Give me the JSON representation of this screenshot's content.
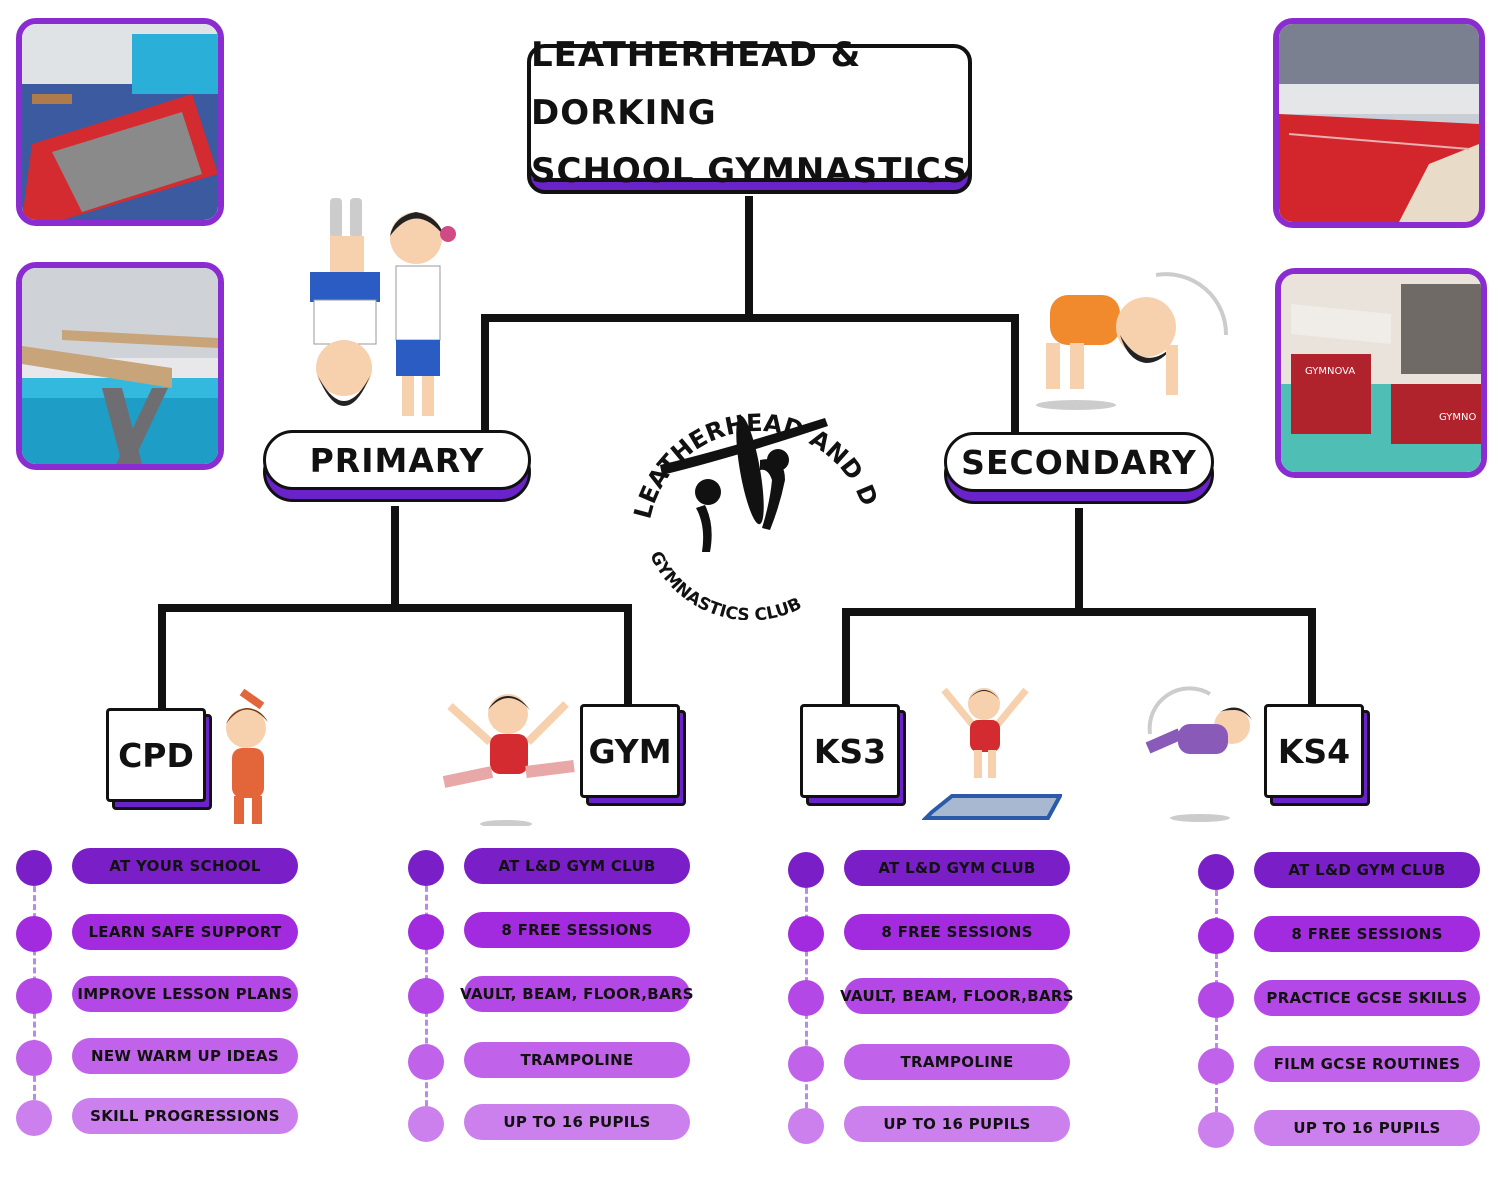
{
  "title": {
    "line1": "LEATHERHEAD & DORKING",
    "line2": "SCHOOL GYMNASTICS"
  },
  "logo": {
    "top_text": "LEATHERHEAD AND DORKING",
    "bottom_text": "GYMNASTICS CLUB"
  },
  "levels": {
    "primary": "PRIMARY",
    "secondary": "SECONDARY"
  },
  "categories": {
    "cpd": "CPD",
    "gym": "GYM",
    "ks3": "KS3",
    "ks4": "KS4"
  },
  "photo_labels": {
    "vault_brand": "GYMNOVA",
    "pit_brand": "GYMNO"
  },
  "lists": {
    "cpd": [
      "AT YOUR SCHOOL",
      "LEARN SAFE SUPPORT",
      "IMPROVE LESSON PLANS",
      "NEW WARM UP IDEAS",
      "SKILL PROGRESSIONS"
    ],
    "gym": [
      "AT L&D GYM CLUB",
      "8 FREE SESSIONS",
      "VAULT, BEAM, FLOOR,BARS",
      "TRAMPOLINE",
      "UP TO 16 PUPILS"
    ],
    "ks3": [
      "AT L&D GYM CLUB",
      "8 FREE SESSIONS",
      "VAULT, BEAM, FLOOR,BARS",
      "TRAMPOLINE",
      "UP TO 16 PUPILS"
    ],
    "ks4": [
      "AT L&D GYM CLUB",
      "8 FREE SESSIONS",
      "PRACTICE GCSE SKILLS",
      "FILM GCSE ROUTINES",
      "UP TO 16 PUPILS"
    ]
  },
  "colors": {
    "accent": "#6a22c9",
    "photo_border": "#8a2cd0",
    "shades": [
      "#7a1fc7",
      "#a22be0",
      "#b448e6",
      "#c163ea",
      "#cc80ee"
    ]
  }
}
